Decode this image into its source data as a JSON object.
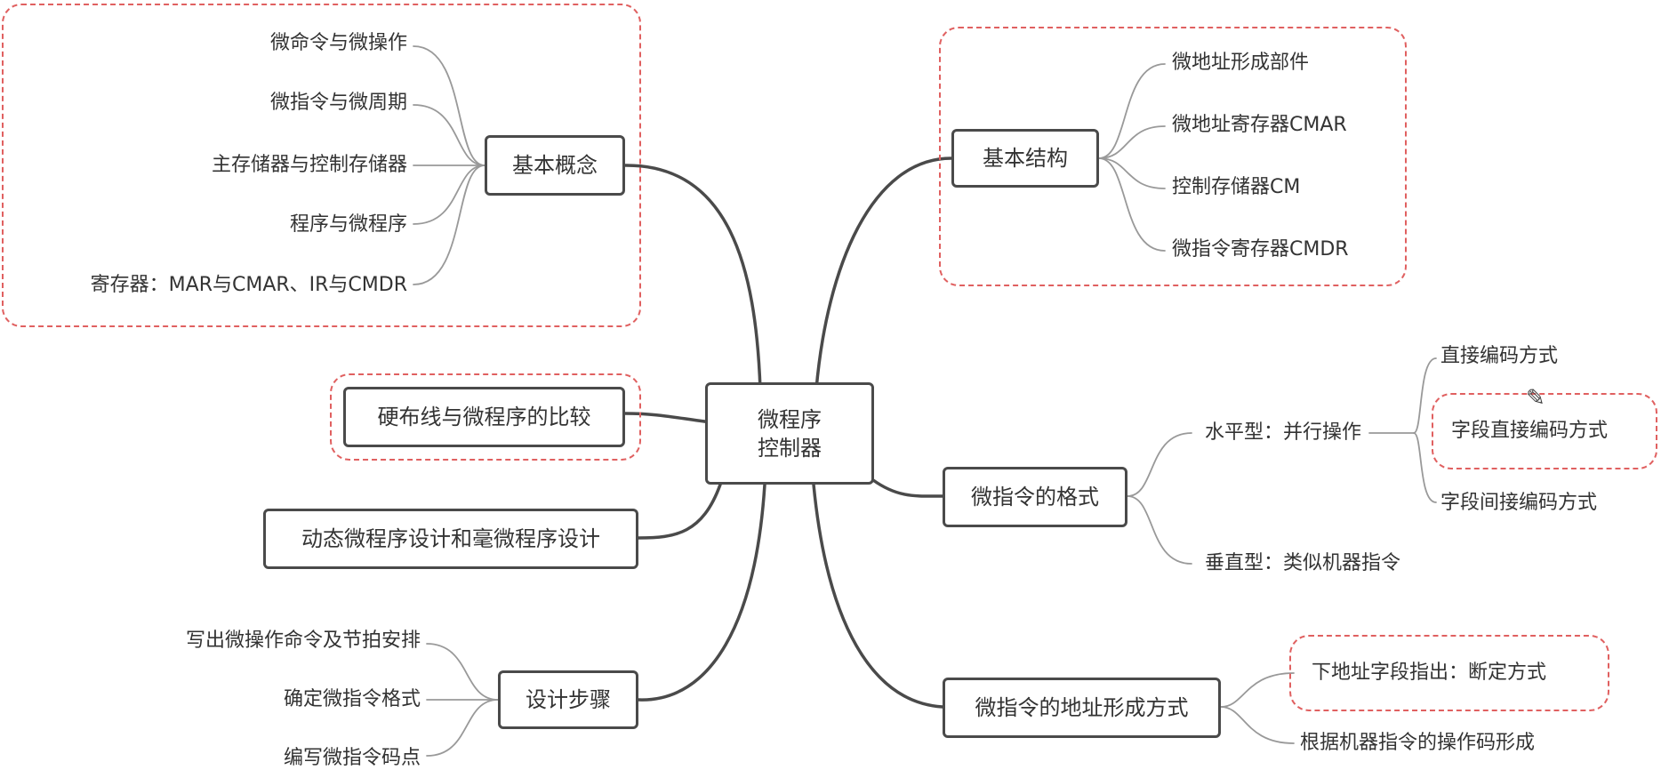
{
  "root": {
    "line1": "微程序",
    "line2": "控制器"
  },
  "branches": {
    "basic_concepts": {
      "label": "基本概念",
      "items": [
        "微命令与微操作",
        "微指令与微周期",
        "主存储器与控制存储器",
        "程序与微程序",
        "寄存器：MAR与CMAR、IR与CMDR"
      ]
    },
    "comparison": {
      "label": "硬布线与微程序的比较"
    },
    "dynamic": {
      "label": "动态微程序设计和毫微程序设计"
    },
    "design_steps": {
      "label": "设计步骤",
      "items": [
        "写出微操作命令及节拍安排",
        "确定微指令格式",
        "编写微指令码点"
      ]
    },
    "basic_structure": {
      "label": "基本结构",
      "items": [
        "微地址形成部件",
        "微地址寄存器CMAR",
        "控制存储器CM",
        "微指令寄存器CMDR"
      ]
    },
    "format": {
      "label": "微指令的格式",
      "horizontal": {
        "label": "水平型：并行操作",
        "items": [
          "直接编码方式",
          "字段直接编码方式",
          "字段间接编码方式"
        ]
      },
      "vertical": {
        "label": "垂直型：类似机器指令"
      }
    },
    "addressing": {
      "label": "微指令的地址形成方式",
      "items": [
        "下地址字段指出：断定方式",
        "根据机器指令的操作码形成"
      ]
    }
  },
  "colors": {
    "node_border": "#4a4a4a",
    "connector": "#4a4a4a",
    "leaf_connector": "#999999",
    "highlight": "#e06060"
  },
  "icons": {
    "cursor": "pencil-icon"
  }
}
